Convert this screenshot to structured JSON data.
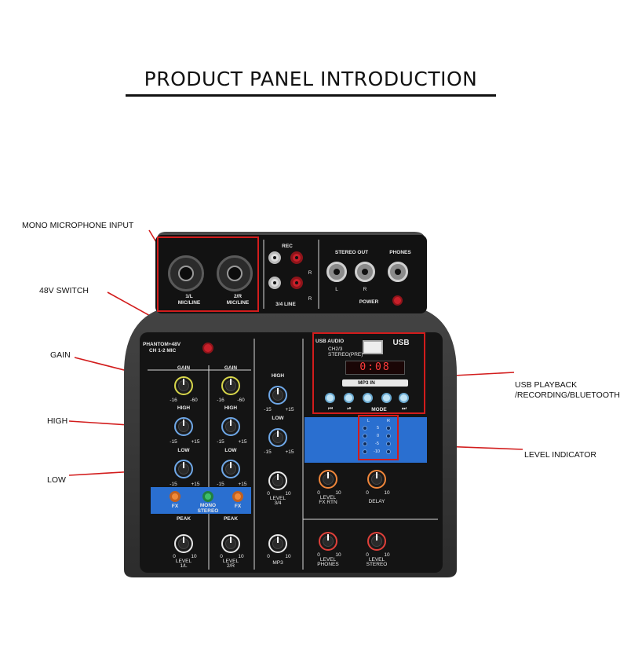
{
  "title": "PRODUCT PANEL INTRODUCTION",
  "callouts": {
    "mono_mic": "MONO MICROPHONE INPUT",
    "switch_48v": "48V SWITCH",
    "gain": "GAIN",
    "high": "HIGH",
    "low": "LOW",
    "usb_line1": "USB PLAYBACK",
    "usb_line2": "/RECORDING/BLUETOOTH",
    "level_indicator": "LEVEL INDICATOR"
  },
  "colors": {
    "callout_line": "#d21c1c",
    "highlight_box": "#d21c1c",
    "panel_blue": "#2a6fd0",
    "body": "#3a3a3a",
    "faceplate": "#141414"
  },
  "panel": {
    "in1_line1": "1/L",
    "in1_line2": "MIC/LINE",
    "in2_line1": "2/R",
    "in2_line2": "MIC/LINE",
    "rec": "REC",
    "rca_r": "R",
    "line34": "3/4 LINE",
    "stereo_out": "STEREO OUT",
    "phones": "PHONES",
    "out_l": "L",
    "out_r": "R",
    "power": "POWER",
    "phantom_line1": "PHANTOM+48V",
    "phantom_line2": "CH 1-2 MIC",
    "gain": "GAIN",
    "gain_min": "-16",
    "gain_max": "-60",
    "high": "HIGH",
    "low": "LOW",
    "eq_min": "-15",
    "eq_max": "+15",
    "zero": "0",
    "ten": "10",
    "fx": "FX",
    "mono_line1": "MONO",
    "mono_line2": "STEREO",
    "peak": "PEAK",
    "level": "LEVEL",
    "level_1l": "1/L",
    "level_2r": "2/R",
    "level_34": "3/4",
    "mp3": "MP3",
    "fx_rtn": "FX RTN",
    "delay": "DELAY",
    "phones_lvl": "PHONES",
    "stereo_lvl": "STEREO",
    "usb_audio": "USB AUDIO",
    "ch23": "CH2/3",
    "stereo_pre": "STEREO(PRE)",
    "usb": "USB",
    "mp3_in": "MP3 IN",
    "lcd": "0:08",
    "mode": "MODE",
    "meter_l": "L",
    "meter_r": "R",
    "meter_levels": [
      "5",
      "0",
      "-5",
      "-10"
    ]
  }
}
